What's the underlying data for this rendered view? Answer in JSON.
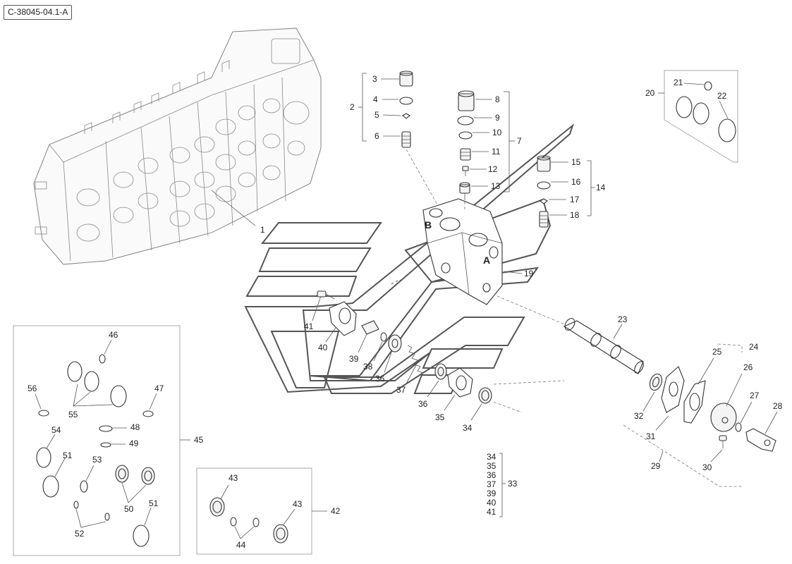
{
  "diagram": {
    "reference_code": "C-38045-04.1-A",
    "callouts": {
      "c1": "1",
      "c2": "2",
      "c3": "3",
      "c4": "4",
      "c5": "5",
      "c6": "6",
      "c7": "7",
      "c8": "8",
      "c9": "9",
      "c10": "10",
      "c11": "11",
      "c12": "12",
      "c13": "13",
      "c14": "14",
      "c15": "15",
      "c16": "16",
      "c17": "17",
      "c18": "18",
      "c19": "19",
      "c20": "20",
      "c21": "21",
      "c22": "22",
      "c23": "23",
      "c24": "24",
      "c25": "25",
      "c26": "26",
      "c27": "27",
      "c28": "28",
      "c29": "29",
      "c30": "30",
      "c31": "31",
      "c32": "32",
      "c34": "34",
      "c35": "35",
      "c36a": "36",
      "c36b": "36",
      "c37": "37",
      "c38": "38",
      "c39": "39",
      "c40": "40",
      "c41": "41",
      "c42": "42",
      "c43a": "43",
      "c43b": "43",
      "c44": "44",
      "c45": "45",
      "c46": "46",
      "c47": "47",
      "c48": "48",
      "c49": "49",
      "c50": "50",
      "c51a": "51",
      "c51b": "51",
      "c52": "52",
      "c53": "53",
      "c54": "54",
      "c55": "55",
      "c56": "56",
      "c33": "33",
      "block_labels": {
        "port_b": "B",
        "port_a": "A"
      }
    },
    "kit_33_list": [
      "34",
      "35",
      "36",
      "37",
      "39",
      "40",
      "41"
    ]
  }
}
